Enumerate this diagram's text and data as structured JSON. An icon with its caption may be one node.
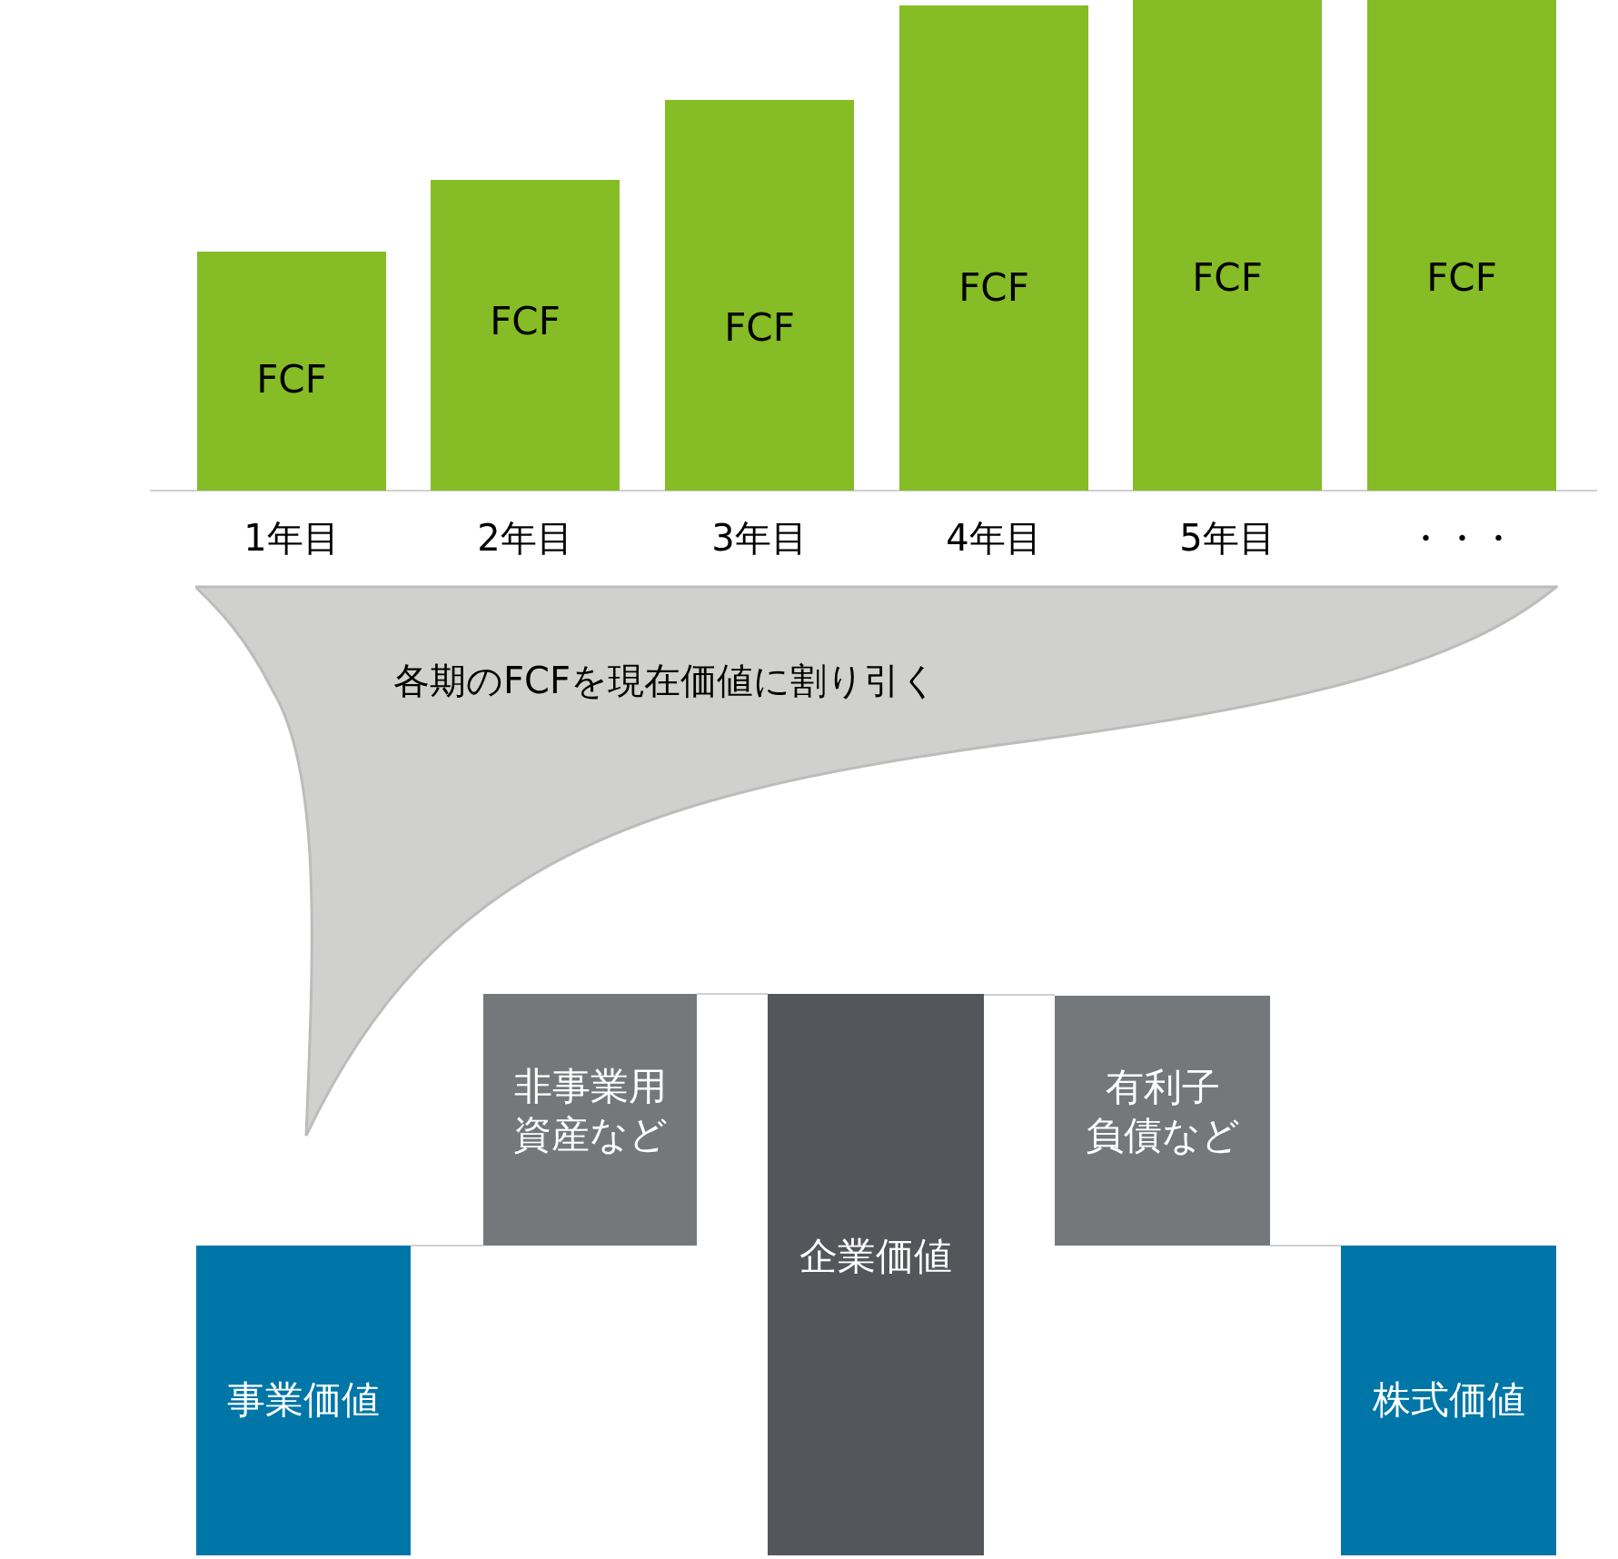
{
  "diagram": {
    "nodes": [
      {
        "text": [
          "FCF"
        ],
        "beside": [
          "1年目"
        ]
      },
      {
        "text": [
          "FCF"
        ],
        "beside": [
          "2年目"
        ]
      },
      {
        "text": [
          "FCF"
        ],
        "beside": [
          "3年目"
        ]
      },
      {
        "text": [
          "FCF"
        ],
        "beside": [
          "4年目"
        ]
      },
      {
        "text": [
          "FCF"
        ],
        "beside": [
          "5年目"
        ]
      },
      {
        "text": [
          "FCF"
        ],
        "beside": [
          "・・・"
        ]
      },
      {
        "text": [
          "各期のFCFを現在価値に割り引く"
        ]
      },
      {
        "text": [
          "非事業用",
          "資産など"
        ]
      },
      {
        "text": [
          "企業価値"
        ]
      },
      {
        "text": [
          "有利子",
          "負債など"
        ]
      },
      {
        "text": [
          "事業価値"
        ]
      },
      {
        "text": [
          "株式価値"
        ]
      }
    ],
    "edges": [
      {
        "from": 10,
        "to": 7,
        "arrow": "none"
      },
      {
        "from": 7,
        "to": 8,
        "arrow": "none"
      },
      {
        "from": 8,
        "to": 9,
        "arrow": "none"
      },
      {
        "from": 9,
        "to": 11,
        "arrow": "none"
      }
    ]
  }
}
